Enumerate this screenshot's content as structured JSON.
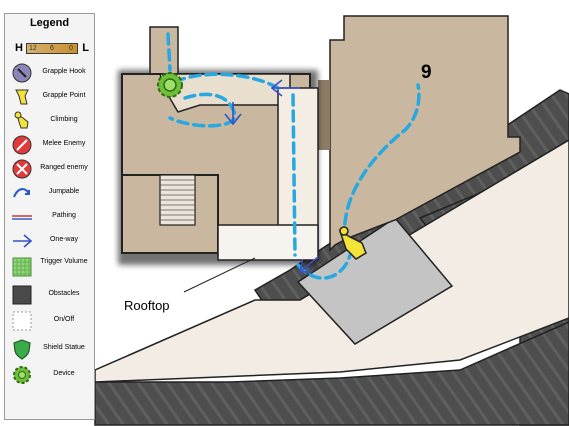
{
  "legend": {
    "title": "Legend",
    "scale": {
      "high": "H",
      "low": "L",
      "ticks": [
        "12",
        "6",
        "0"
      ]
    },
    "items": [
      {
        "label": "Grapple Hook",
        "icon": "grapple-hook-icon"
      },
      {
        "label": "Grapple Point",
        "icon": "grapple-point-icon"
      },
      {
        "label": "Climbing",
        "icon": "climbing-icon"
      },
      {
        "label": "Melee Enemy",
        "icon": "melee-enemy-icon"
      },
      {
        "label": "Ranged enemy",
        "icon": "ranged-enemy-icon"
      },
      {
        "label": "Jumpable",
        "icon": "jumpable-icon"
      },
      {
        "label": "Pathing",
        "icon": "pathing-icon"
      },
      {
        "label": "One-way",
        "icon": "one-way-icon"
      },
      {
        "label": "Trigger Volume",
        "icon": "trigger-volume-icon"
      },
      {
        "label": "Obstacles",
        "icon": "obstacles-icon"
      },
      {
        "label": "On/Off",
        "icon": "on-off-icon"
      },
      {
        "label": "Shield Statue",
        "icon": "shield-statue-icon"
      },
      {
        "label": "Device",
        "icon": "device-icon"
      }
    ]
  },
  "map": {
    "area_label": "Rooftop",
    "zone_number": "9"
  },
  "colors": {
    "building": "#c9b79f",
    "obstacle": "#4a4a4a",
    "path": "#27a8e0",
    "device": "#6fbf3a",
    "floor": "#f2ece4",
    "onoff_pad": "#c4c4c4"
  }
}
